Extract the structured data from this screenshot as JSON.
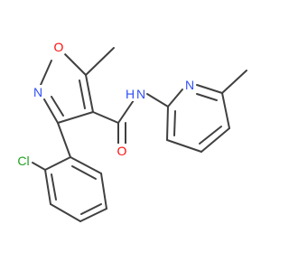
{
  "molecule": {
    "colors": {
      "bond": "#404040",
      "carbon": "#404040",
      "nitrogen": "#3050f8",
      "oxygen": "#ff0d0d",
      "chlorine": "#1fa01f",
      "background": "#ffffff"
    },
    "atom_labels": {
      "ring_oxygen": "O",
      "ring_nitrogen": "N",
      "amide_nitrogen": "N",
      "amide_hydrogen": "H",
      "pyridine_nitrogen": "N",
      "carbonyl_oxygen": "O",
      "chlorine": "Cl"
    }
  }
}
